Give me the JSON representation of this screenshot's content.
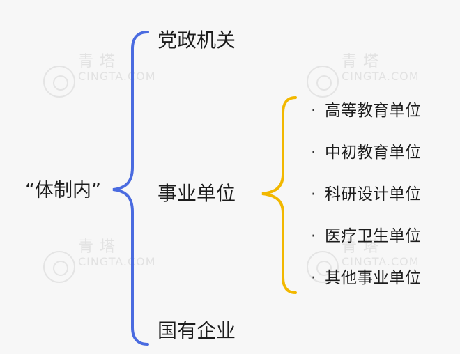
{
  "diagram": {
    "root": {
      "label": "“体制内”"
    },
    "level1": [
      {
        "label": "党政机关"
      },
      {
        "label": "事业单位"
      },
      {
        "label": "国有企业"
      }
    ],
    "level2": [
      {
        "label": "高等教育单位"
      },
      {
        "label": "中初教育单位"
      },
      {
        "label": "科研设计单位"
      },
      {
        "label": "医疗卫生单位"
      },
      {
        "label": "其他事业单位"
      }
    ],
    "bullet": "·",
    "colors": {
      "brace_level1": "#4a6be0",
      "brace_level2": "#f2b800",
      "text": "#1c1c1c"
    }
  },
  "watermark": {
    "text_cn": "青 塔",
    "text_en": "CINGTA.COM"
  }
}
